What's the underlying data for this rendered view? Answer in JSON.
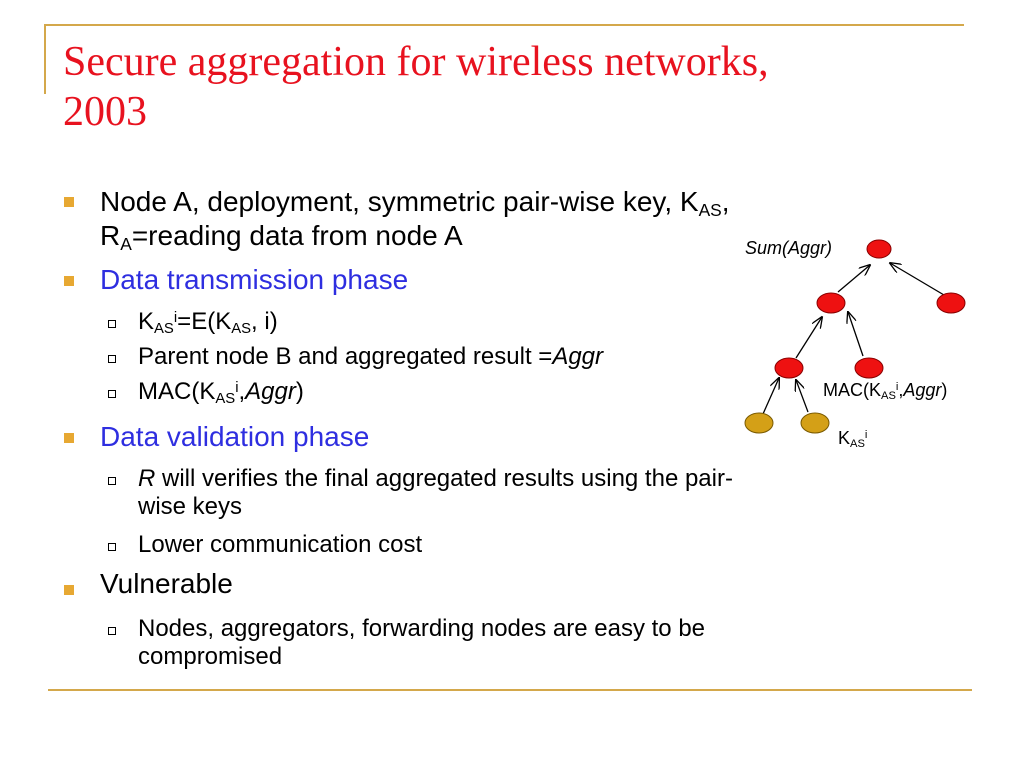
{
  "slide": {
    "title_line1": "Secure aggregation for wireless networks,",
    "title_line2": "2003",
    "accent_color": "#e8121f",
    "frame_color": "#d4a84b",
    "bullet_color": "#e7a832",
    "blue_text_color": "#2e2ee0"
  },
  "bullets": {
    "node_a": {
      "text1": "Node A, deployment, symmetric pair-wise key, K",
      "sub1": "AS",
      "text2": ",",
      "line2_r": "R",
      "sub2": "A",
      "text3": "=reading data from node A"
    },
    "transmission": {
      "label": "Data transmission phase",
      "k_item": {
        "k1": "K",
        "sub1": "AS",
        "sup1": "i",
        "eq": "=E(K",
        "sub2": "AS",
        "end": ", i)"
      },
      "parent_item": {
        "text": "Parent node B and aggregated result =",
        "italic": "Aggr"
      },
      "mac_item": {
        "mac": "MAC(K",
        "sub": "AS",
        "sup": "i",
        "comma": ",",
        "italic": "Aggr",
        "close": ")"
      }
    },
    "validation": {
      "label": "Data validation phase",
      "verify_item": {
        "italic": "R",
        "text": " will verifies the final aggregated results using the pair-",
        "line2": "wise keys"
      },
      "cost_item": "Lower communication cost"
    },
    "vulnerable": {
      "label": "Vulnerable",
      "item_line1": "Nodes, aggregators, forwarding nodes are easy to be",
      "item_line2": "compromised"
    }
  },
  "diagram": {
    "root_label": "Sum(Aggr)",
    "mac_label": {
      "mac": "MAC(K",
      "sub": "AS",
      "sup": "i",
      "comma": ",",
      "italic": "Aggr",
      "close": ")"
    },
    "key_label": {
      "k": "K",
      "sub": "AS",
      "sup": "i"
    },
    "aggregator_color": "#ee1111",
    "leaf_color": "#d4a017"
  }
}
